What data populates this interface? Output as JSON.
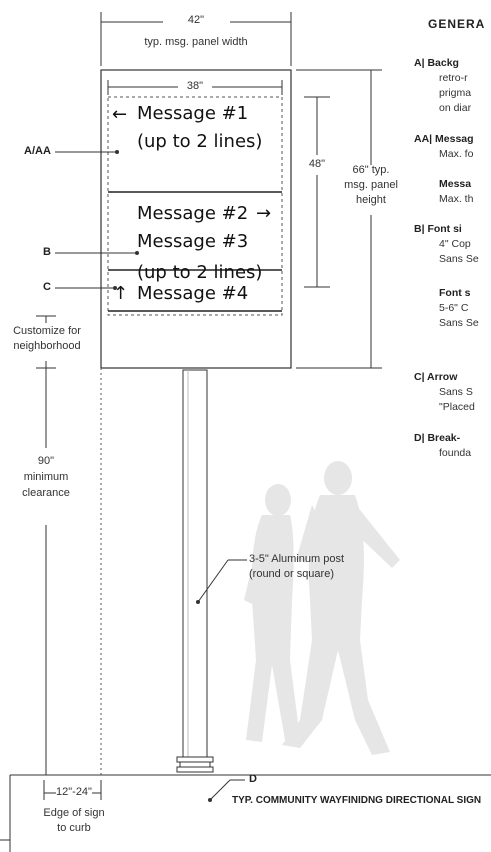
{
  "dimensions": {
    "panel_width": "42\"",
    "panel_width_caption": "typ. msg. panel width",
    "inner_width": "38\"",
    "inner_height": "48\"",
    "panel_height_1": "66\" typ.",
    "panel_height_2": "msg. panel",
    "panel_height_3": "height",
    "clearance_1": "90\"",
    "clearance_2": "minimum",
    "clearance_3": "clearance",
    "curb_distance": "12\"-24\"",
    "curb_caption_1": "Edge of sign",
    "curb_caption_2": "to curb",
    "customize_1": "Customize for",
    "customize_2": "neighborhood"
  },
  "callouts": {
    "a_aa": "A/AA",
    "b": "B",
    "c": "C",
    "d": "D",
    "post_1": "3-5\" Aluminum post",
    "post_2": "(round or square)"
  },
  "sign": {
    "arrow_left": "←",
    "arrow_right": "→",
    "arrow_up": "↑",
    "msg1_line1": "Message #1",
    "msg1_line2": "(up to 2 lines)",
    "msg2": "Message #2",
    "msg3_line1": "Message #3",
    "msg3_line2": "(up to 2 lines)",
    "msg4": "Message #4"
  },
  "specs": {
    "heading": "GENERA",
    "a_head": "A|  Backg",
    "a_l1": "retro-r",
    "a_l2": "prigma",
    "a_l3": "on diar",
    "aa_head": "AA| Messag",
    "aa_l1": "Max. fo",
    "aa2_head": "Messa",
    "aa2_l1": "Max. th",
    "b_head": "B|  Font si",
    "b_l1": "4\" Cop",
    "b_l2": "Sans Se",
    "b2_head": "Font s",
    "b2_l1": "5-6\" C",
    "b2_l2": "Sans Se",
    "c_head": "C|  Arrow",
    "c_l1": "Sans S",
    "c_l2": "\"Placed",
    "d_head": "D|  Break-",
    "d_l1": "founda"
  },
  "caption": "TYP. COMMUNITY WAYFINIDNG DIRECTIONAL SIGN"
}
